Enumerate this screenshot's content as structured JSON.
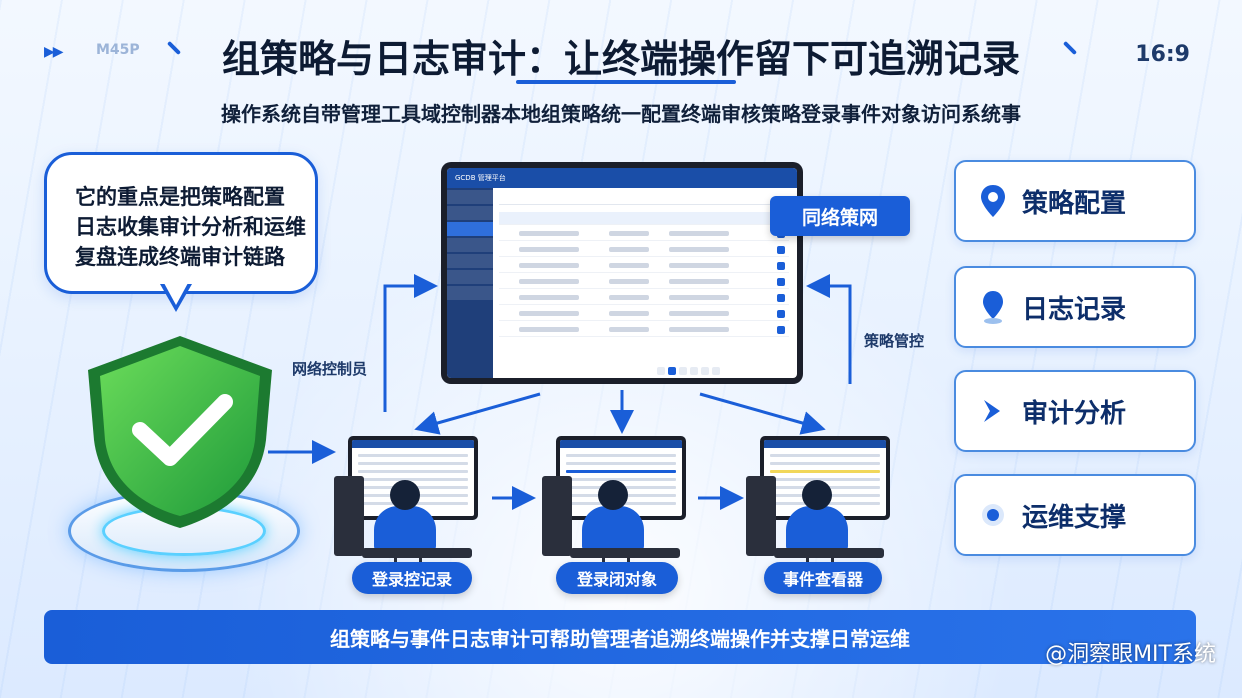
{
  "title": "组策略与日志审计：让终端操作留下可追溯记录",
  "subtitle": "操作系统自带管理工具域控制器本地组策略统一配置终端审核策略登录事件对象访问系统事",
  "ratio": "16:9",
  "top_left_mark": "M45P",
  "bubble": {
    "lines": [
      "它的重点是把策略配置",
      "日志收集审计分析和运维",
      "复盘连成终端审计链路"
    ]
  },
  "monitor": {
    "header_text": "GCDB 管理平台"
  },
  "labels": {
    "network_policy": "同络策网",
    "network_controller": "网络控制员",
    "right_side": "策略管控"
  },
  "cards": [
    {
      "label": "策略配置",
      "icon": "location-pin-icon"
    },
    {
      "label": "日志记录",
      "icon": "pin-icon"
    },
    {
      "label": "审计分析",
      "icon": "arrow-icon"
    },
    {
      "label": "运维支撑",
      "icon": "dot-icon"
    }
  ],
  "workstations": [
    {
      "label": "登录控记录"
    },
    {
      "label": "登录闭对象"
    },
    {
      "label": "事件查看器"
    }
  ],
  "footer": "组策略与事件日志审计可帮助管理者追溯终端操作并支撑日常运维",
  "watermark": "@洞察眼MIT系统",
  "colors": {
    "accent": "#1a5ed8",
    "shield_green": "#3cba3c",
    "dark": "#0d1b33"
  }
}
